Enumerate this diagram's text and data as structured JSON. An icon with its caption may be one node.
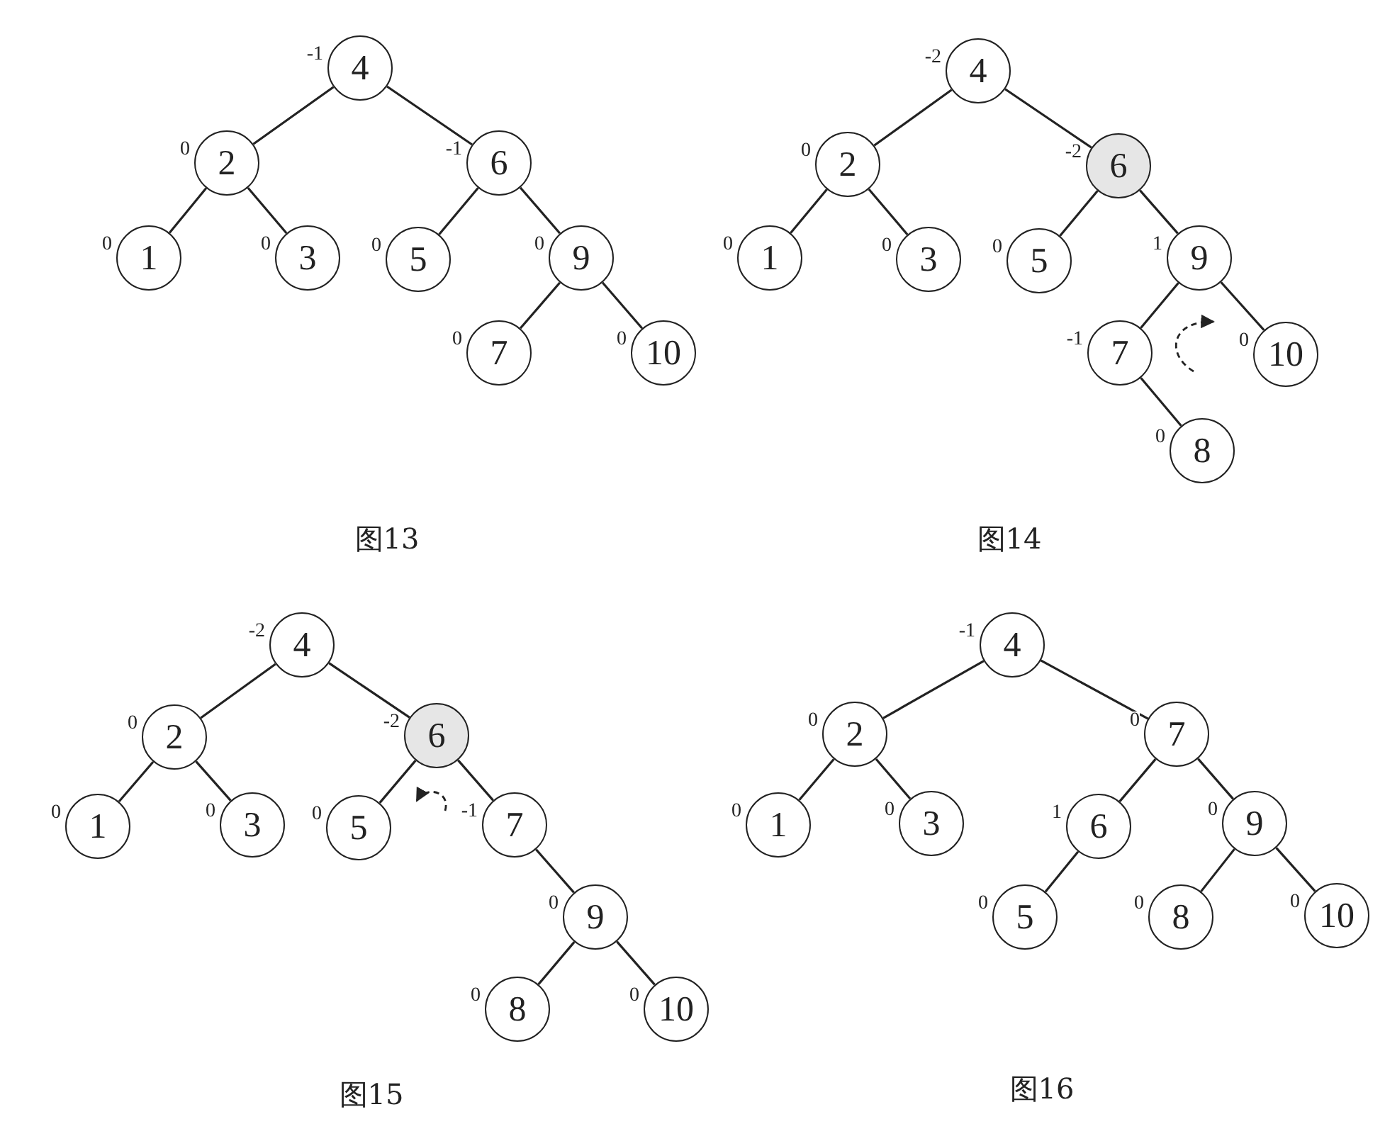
{
  "diagram": {
    "nodes": [
      {
        "text": [
          "4"
        ],
        "beside": [
          "-1"
        ]
      },
      {
        "text": [
          "2"
        ],
        "beside": [
          "0"
        ]
      },
      {
        "text": [
          "6"
        ],
        "beside": [
          "-1"
        ]
      },
      {
        "text": [
          "1"
        ],
        "beside": [
          "0"
        ]
      },
      {
        "text": [
          "3"
        ],
        "beside": [
          "0"
        ]
      },
      {
        "text": [
          "5"
        ],
        "beside": [
          "0"
        ]
      },
      {
        "text": [
          "9"
        ],
        "beside": [
          "0"
        ]
      },
      {
        "text": [
          "7"
        ],
        "beside": [
          "0"
        ]
      },
      {
        "text": [
          "10"
        ],
        "beside": [
          "0"
        ]
      },
      {
        "text": [
          "4"
        ],
        "beside": [
          "-2"
        ]
      },
      {
        "text": [
          "2"
        ],
        "beside": [
          "0"
        ]
      },
      {
        "text": [
          "6"
        ],
        "beside": [
          "-2"
        ]
      },
      {
        "text": [
          "1"
        ],
        "beside": [
          "0"
        ]
      },
      {
        "text": [
          "3"
        ],
        "beside": [
          "0"
        ]
      },
      {
        "text": [
          "5"
        ],
        "beside": [
          "0"
        ]
      },
      {
        "text": [
          "9"
        ],
        "beside": [
          "1"
        ]
      },
      {
        "text": [
          "7"
        ],
        "beside": [
          "-1"
        ]
      },
      {
        "text": [
          "10"
        ],
        "beside": [
          "0"
        ]
      },
      {
        "text": [
          "8"
        ],
        "beside": [
          "0"
        ]
      },
      {
        "text": [
          "4"
        ],
        "beside": [
          "-2"
        ]
      },
      {
        "text": [
          "2"
        ],
        "beside": [
          "0"
        ]
      },
      {
        "text": [
          "6"
        ],
        "beside": [
          "-2"
        ]
      },
      {
        "text": [
          "1"
        ],
        "beside": [
          "0"
        ]
      },
      {
        "text": [
          "3"
        ],
        "beside": [
          "0"
        ]
      },
      {
        "text": [
          "5"
        ],
        "beside": [
          "0"
        ]
      },
      {
        "text": [
          "7"
        ],
        "beside": [
          "-1"
        ]
      },
      {
        "text": [
          "9"
        ],
        "beside": [
          "0"
        ]
      },
      {
        "text": [
          "8"
        ],
        "beside": [
          "0"
        ]
      },
      {
        "text": [
          "10"
        ],
        "beside": [
          "0"
        ]
      },
      {
        "text": [
          "4"
        ],
        "beside": [
          "-1"
        ]
      },
      {
        "text": [
          "2"
        ],
        "beside": [
          "0"
        ]
      },
      {
        "text": [
          "7"
        ],
        "beside": [
          "0"
        ]
      },
      {
        "text": [
          "1"
        ],
        "beside": [
          "0"
        ]
      },
      {
        "text": [
          "3"
        ],
        "beside": [
          "0"
        ]
      },
      {
        "text": [
          "6"
        ],
        "beside": [
          "1"
        ]
      },
      {
        "text": [
          "9"
        ],
        "beside": [
          "0"
        ]
      },
      {
        "text": [
          "5"
        ],
        "beside": [
          "0"
        ]
      },
      {
        "text": [
          "8"
        ],
        "beside": [
          "0"
        ]
      },
      {
        "text": [
          "10"
        ],
        "beside": [
          "0"
        ]
      }
    ],
    "edges": [
      {
        "from": 0,
        "to": 1,
        "arrow": "none"
      },
      {
        "from": 0,
        "to": 2,
        "arrow": "none"
      },
      {
        "from": 1,
        "to": 3,
        "arrow": "none"
      },
      {
        "from": 1,
        "to": 4,
        "arrow": "none"
      },
      {
        "from": 2,
        "to": 5,
        "arrow": "none"
      },
      {
        "from": 2,
        "to": 6,
        "arrow": "none"
      },
      {
        "from": 6,
        "to": 7,
        "arrow": "none"
      },
      {
        "from": 6,
        "to": 8,
        "arrow": "none"
      },
      {
        "from": 9,
        "to": 10,
        "arrow": "none"
      },
      {
        "from": 9,
        "to": 11,
        "arrow": "none"
      },
      {
        "from": 10,
        "to": 12,
        "arrow": "none"
      },
      {
        "from": 10,
        "to": 13,
        "arrow": "none"
      },
      {
        "from": 11,
        "to": 14,
        "arrow": "none"
      },
      {
        "from": 11,
        "to": 15,
        "arrow": "none"
      },
      {
        "from": 15,
        "to": 16,
        "arrow": "none"
      },
      {
        "from": 15,
        "to": 17,
        "arrow": "none"
      },
      {
        "from": 16,
        "to": 18,
        "arrow": "none"
      },
      {
        "from": 19,
        "to": 20,
        "arrow": "none"
      },
      {
        "from": 19,
        "to": 21,
        "arrow": "none"
      },
      {
        "from": 20,
        "to": 22,
        "arrow": "none"
      },
      {
        "from": 20,
        "to": 23,
        "arrow": "none"
      },
      {
        "from": 21,
        "to": 24,
        "arrow": "none"
      },
      {
        "from": 21,
        "to": 25,
        "arrow": "none"
      },
      {
        "from": 25,
        "to": 26,
        "arrow": "none"
      },
      {
        "from": 26,
        "to": 27,
        "arrow": "none"
      },
      {
        "from": 26,
        "to": 28,
        "arrow": "none"
      },
      {
        "from": 29,
        "to": 30,
        "arrow": "none"
      },
      {
        "from": 29,
        "to": 31,
        "arrow": "none"
      },
      {
        "from": 30,
        "to": 32,
        "arrow": "none"
      },
      {
        "from": 30,
        "to": 33,
        "arrow": "none"
      },
      {
        "from": 31,
        "to": 34,
        "arrow": "none"
      },
      {
        "from": 31,
        "to": 35,
        "arrow": "none"
      },
      {
        "from": 34,
        "to": 36,
        "arrow": "none"
      },
      {
        "from": 35,
        "to": 37,
        "arrow": "none"
      },
      {
        "from": 35,
        "to": 38,
        "arrow": "none"
      }
    ],
    "labels": [
      "图13",
      "图14",
      "图15",
      "图16"
    ]
  }
}
